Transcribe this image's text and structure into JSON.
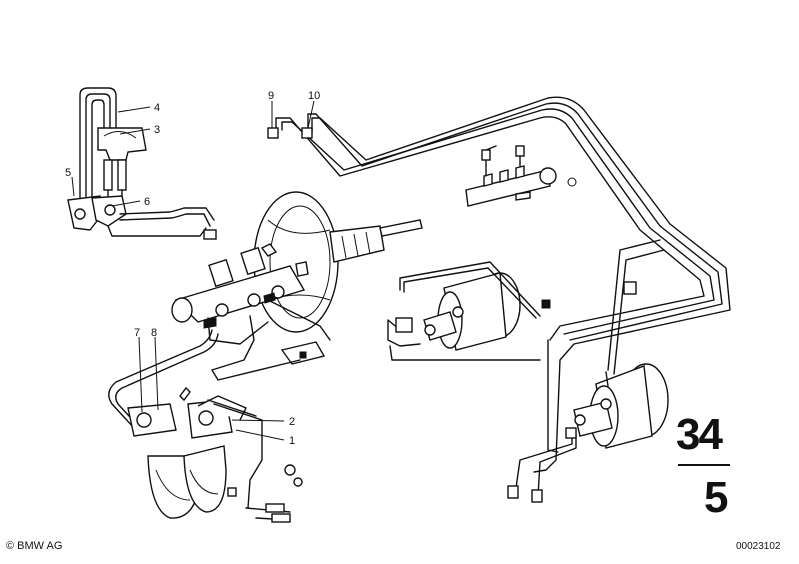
{
  "callouts": {
    "c1": "1",
    "c2": "2",
    "c3": "3",
    "c4": "4",
    "c5": "5",
    "c6": "6",
    "c7": "7",
    "c8": "8",
    "c9": "9",
    "c10": "10"
  },
  "group": {
    "main": "34",
    "sub": "5"
  },
  "copyright": "© BMW AG",
  "doc_number": "00023102"
}
